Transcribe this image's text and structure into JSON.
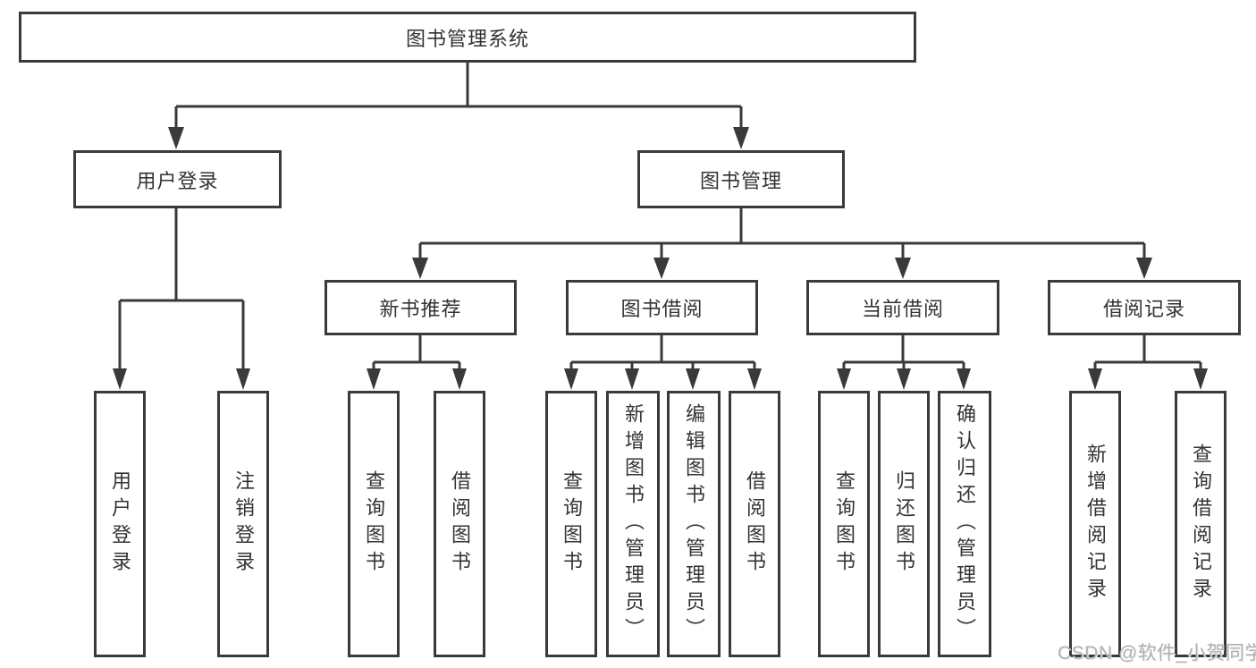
{
  "tree": {
    "label": "图书管理系统",
    "children": [
      {
        "label": "用户登录",
        "children": [
          {
            "label": "用户登录"
          },
          {
            "label": "注销登录"
          }
        ]
      },
      {
        "label": "图书管理",
        "children": [
          {
            "label": "新书推荐",
            "children": [
              {
                "label": "查询图书"
              },
              {
                "label": "借阅图书"
              }
            ]
          },
          {
            "label": "图书借阅",
            "children": [
              {
                "label": "查询图书"
              },
              {
                "label": "新增图书（管理员）"
              },
              {
                "label": "编辑图书（管理员）"
              },
              {
                "label": "借阅图书"
              }
            ]
          },
          {
            "label": "当前借阅",
            "children": [
              {
                "label": "查询图书"
              },
              {
                "label": "归还图书"
              },
              {
                "label": "确认归还（管理员）"
              }
            ]
          },
          {
            "label": "借阅记录",
            "children": [
              {
                "label": "新增借阅记录"
              },
              {
                "label": "查询借阅记录"
              }
            ]
          }
        ]
      }
    ]
  },
  "watermark": {
    "text": "CSDN @软件_小贺同学"
  },
  "colors": {
    "line": "#3a3a3a",
    "text": "#333333",
    "watermark": "#b0b0b0",
    "background": "#ffffff"
  }
}
